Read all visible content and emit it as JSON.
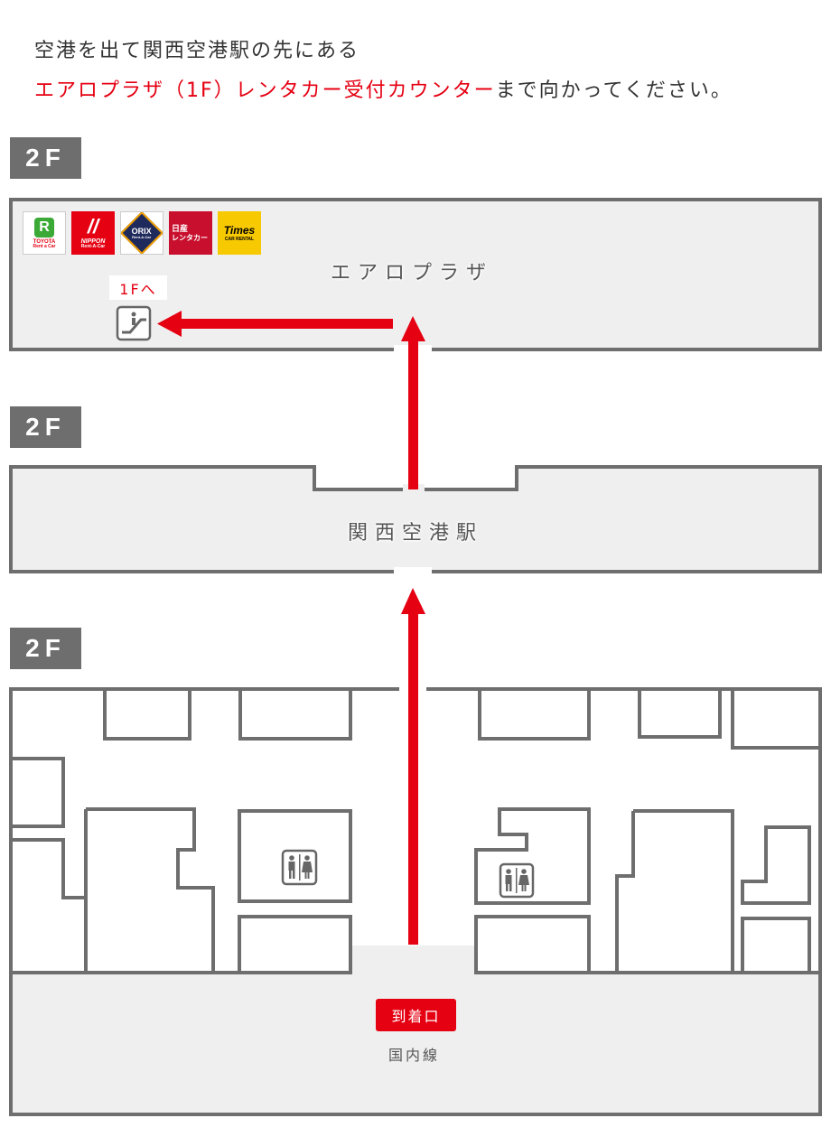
{
  "instructions": {
    "line1": "空港を出て関西空港駅の先にある",
    "line2_highlight": "エアロプラザ（1F）レンタカー受付カウンター",
    "line2_rest": "まで向かってください。"
  },
  "floors": [
    {
      "label": "2F"
    },
    {
      "label": "2F"
    },
    {
      "label": "2F"
    }
  ],
  "aeroplaza": {
    "label": "エアロプラザ",
    "escalator_label": "1Fへ",
    "logos": [
      {
        "brand": "TOYOTA",
        "sub": "Rent a Car",
        "mark": "R"
      },
      {
        "brand": "NIPPON",
        "sub": "Rent-A-Car",
        "mark": "//"
      },
      {
        "brand": "ORIX",
        "sub": "Rent-A-Car"
      },
      {
        "brand": "日産",
        "sub": "レンタカー"
      },
      {
        "brand": "Times",
        "sub": "CAR RENTAL"
      }
    ]
  },
  "station": {
    "label": "関西空港駅"
  },
  "terminal": {
    "arrival_label": "到着口",
    "domestic_label": "国内線"
  },
  "colors": {
    "accent": "#e50012",
    "floor_tag": "#6e6e6e",
    "wall": "#6e6e6e",
    "zone_fill": "#efefef"
  }
}
